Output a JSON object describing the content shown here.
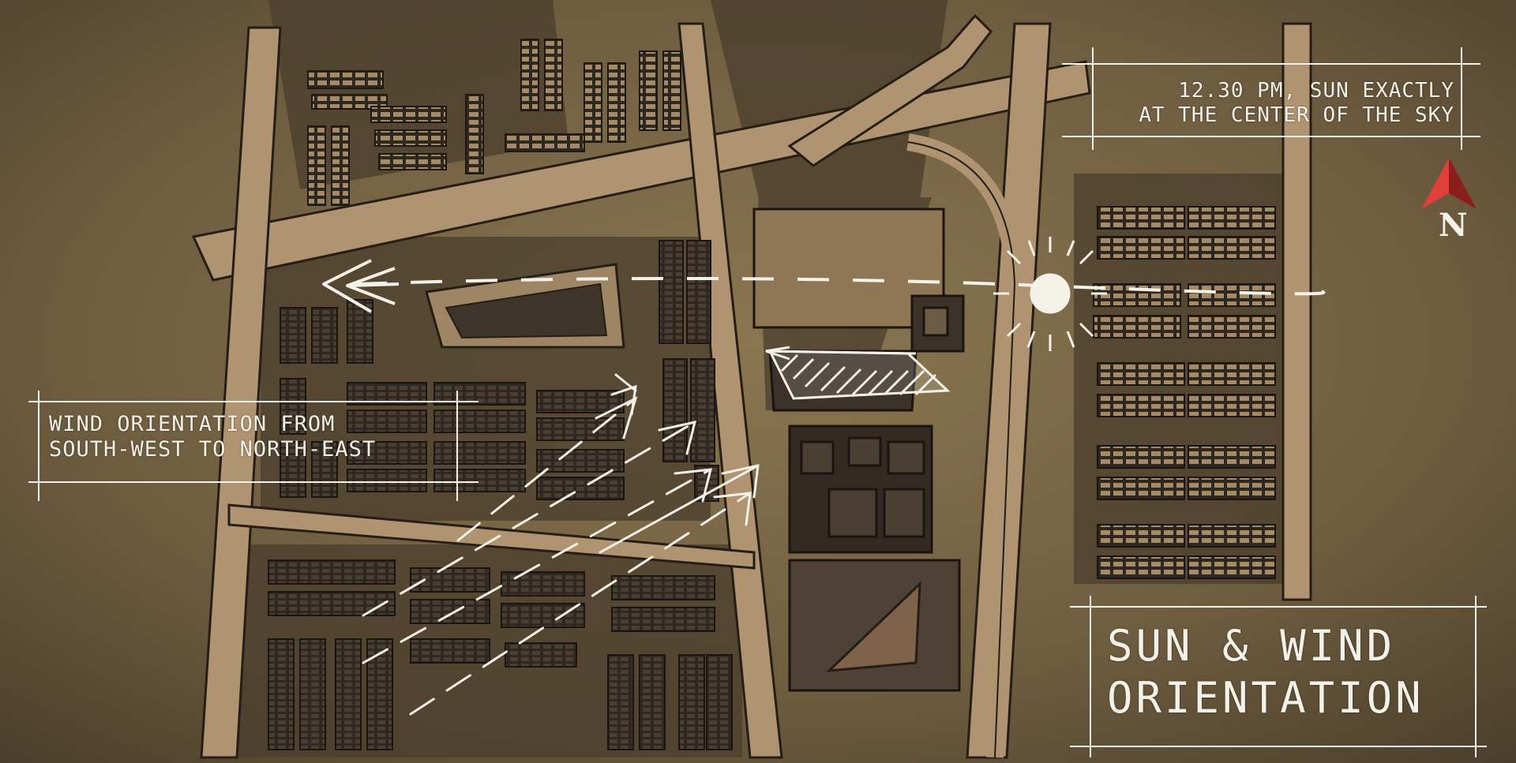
{
  "map": {
    "title_line1": "SUN & WIND",
    "title_line2": "ORIENTATION",
    "sun_note_line1": "12.30 PM, SUN EXACTLY",
    "sun_note_line2": "AT THE CENTER OF THE SKY",
    "wind_note_line1": "WIND ORIENTATION FROM",
    "wind_note_line2": "SOUTH-WEST TO NORTH-EAST",
    "north_label": "N",
    "icons": [
      "sun-icon",
      "north-arrow-icon",
      "wind-arrow-icon"
    ],
    "colors": {
      "paper": "#7d6a4a",
      "roads": "#b09370",
      "blocks": "#3a3228",
      "annotation": "#f4f1e8",
      "north_arrow": "#c0302a"
    }
  }
}
